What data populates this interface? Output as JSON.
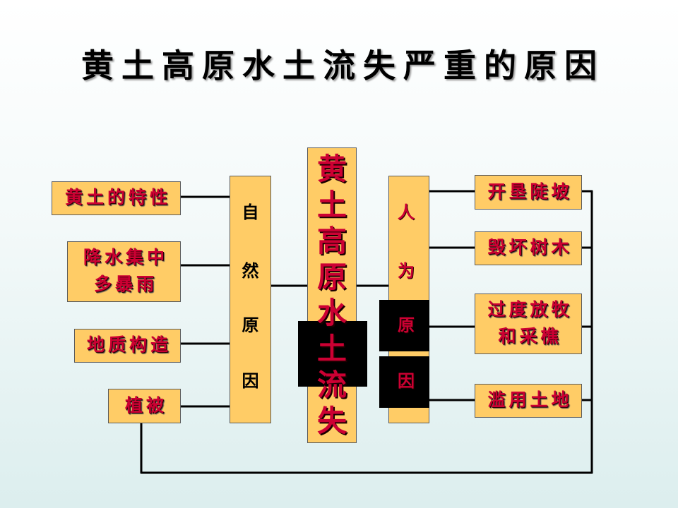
{
  "title": "黄土高原水土流失严重的原因",
  "natural_factors": [
    [
      "黄土的特性"
    ],
    [
      "降水集中",
      "多暴雨"
    ],
    [
      "地质构造"
    ],
    [
      "植被"
    ]
  ],
  "natural_cause": [
    "自",
    "然",
    "原",
    "因"
  ],
  "center": [
    "黄",
    "土",
    "高",
    "原",
    "水",
    "土",
    "流",
    "失"
  ],
  "human_cause": [
    "人",
    "为",
    "原",
    "因"
  ],
  "human_factors": [
    [
      "开垦陡坡"
    ],
    [
      "毁坏树木"
    ],
    [
      "过度放牧",
      "和采樵"
    ],
    [
      "滥用土地"
    ]
  ],
  "colors": {
    "box_fill": "#FFCC66",
    "label_red": "#CC0033",
    "connector_line": "#000000",
    "highlight_block": "#000000"
  }
}
